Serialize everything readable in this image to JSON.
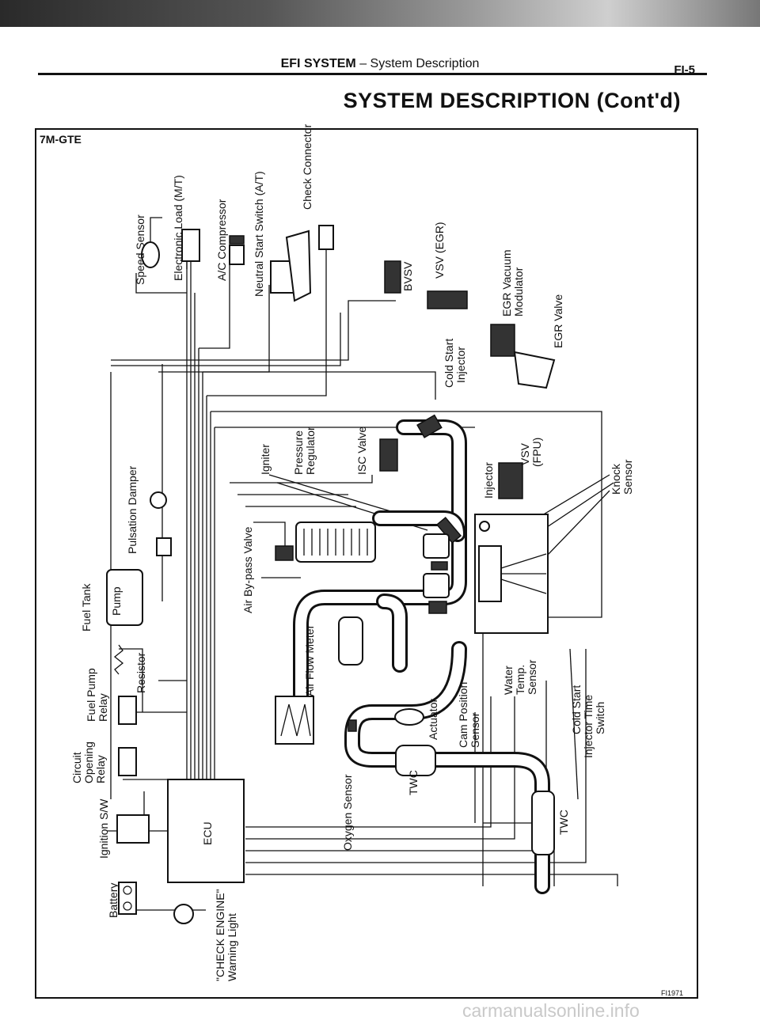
{
  "header": {
    "section": "EFI SYSTEM",
    "dash": "–",
    "subsection": "System Description",
    "page": "FI-5"
  },
  "title": "SYSTEM DESCRIPTION (Cont'd)",
  "engine": "7M-GTE",
  "figure_id": "FI1971",
  "watermark": "carmanualsonline.info",
  "labels": {
    "speed_sensor": "Speed Sensor",
    "electronic_load": "Electronic Load (M/T)",
    "ac_compressor": "A/C Compressor",
    "neutral_start": "Neutral Start Switch (A/T)",
    "check_connector": "Check Connector",
    "bvsv": "BVSV",
    "vsv_egr": "VSV (EGR)",
    "egr_vacuum_1": "EGR Vacuum",
    "egr_vacuum_2": "Modulator",
    "egr_valve": "EGR Valve",
    "cold_start_1": "Cold Start",
    "cold_start_2": "Injector",
    "igniter": "Igniter",
    "pressure_1": "Pressure",
    "pressure_2": "Regulator",
    "isc_valve": "ISC Valve",
    "injector": "Injector",
    "vsv_fpu_1": "VSV",
    "vsv_fpu_2": "(FPU)",
    "knock_1": "Knock",
    "knock_2": "Sensor",
    "pulsation_damper": "Pulsation Damper",
    "air_bypass": "Air By-pass Valve",
    "fuel_tank": "Fuel Tank",
    "pump": "Pump",
    "resistor": "Resistor",
    "fuel_pump_1": "Fuel Pump",
    "fuel_pump_2": "Relay",
    "circuit_1": "Circuit",
    "circuit_2": "Opening",
    "circuit_3": "Relay",
    "air_flow_meter": "Air Flow Meter",
    "actuator": "Actuator",
    "cam_position_1": "Cam Position",
    "cam_position_2": "Sensor",
    "water_1": "Water",
    "water_2": "Temp.",
    "water_3": "Sensor",
    "cold_timer_1": "Cold Start",
    "cold_timer_2": "Injector Time",
    "cold_timer_3": "Switch",
    "ignition_sw": "Ignition S/W",
    "battery": "Battery",
    "ecu": "ECU",
    "oxygen_sensor": "Oxygen Sensor",
    "twc_1": "TWC",
    "twc_2": "TWC",
    "check_engine_1": "\"CHECK ENGINE\"",
    "check_engine_2": "Warning Light"
  }
}
